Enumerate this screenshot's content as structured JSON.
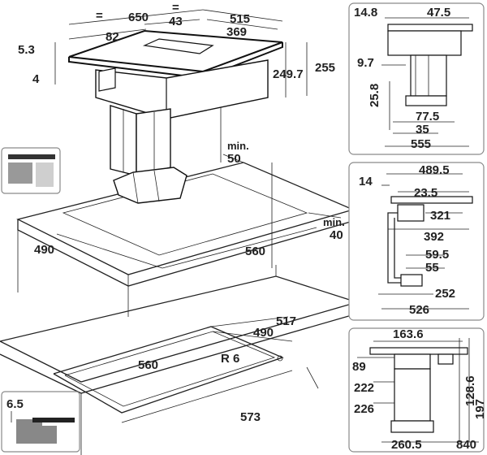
{
  "main_view": {
    "equal_mark_left": "=",
    "equal_mark_right": "=",
    "width": "650",
    "vent_offset": "43",
    "depth": "515",
    "vent_width": "369",
    "front_offset": "82",
    "glass_top": "5.3",
    "glass_thickness": "4",
    "height_total": "255",
    "height_body": "249.7",
    "min_side": "min.",
    "min_side_value": "50",
    "min_front": "min.",
    "min_front_value": "40",
    "cutout_depth": "490",
    "cutout_width": "560"
  },
  "flush_view": {
    "depth": "517",
    "cutout_depth": "490",
    "cutout_width": "560",
    "corner_radius": "R 6",
    "outer_width": "573"
  },
  "flush_detail": {
    "rebate_depth": "6.5"
  },
  "side_panel_1": {
    "offset": "14.8",
    "width": "47.5",
    "d1": "9.7",
    "d2": "25.8",
    "d3": "77.5",
    "d4": "35",
    "d5": "555"
  },
  "side_panel_2": {
    "d1": "14",
    "d2": "489.5",
    "d3": "23.5",
    "d4": "321",
    "d5": "392",
    "d6": "59.5",
    "d7": "55",
    "d8": "252",
    "d9": "526"
  },
  "side_panel_3": {
    "d1": "163.6",
    "d2": "89",
    "d3": "222",
    "d4": "226",
    "d5": "128.6",
    "d6": "197",
    "d7": "260.5",
    "d8": "840"
  }
}
